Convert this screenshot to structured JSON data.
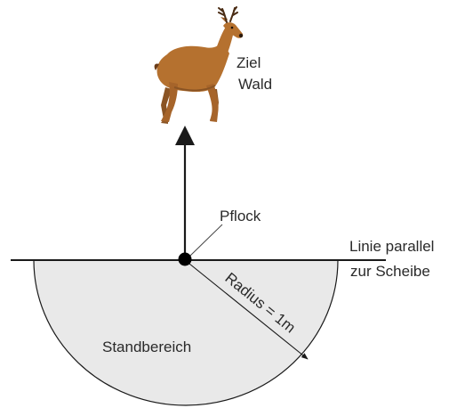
{
  "labels": {
    "target_line1": "Ziel",
    "target_line2": "Wald",
    "stake": "Pflock",
    "line_parallel_1": "Linie parallel",
    "line_parallel_2": "zur Scheibe",
    "radius": "Radius = 1m",
    "standing_area": "Standbereich"
  },
  "icons": {
    "target_figure": "deer-icon",
    "stake_marker": "stake-dot",
    "direction": "arrow-up"
  },
  "colors": {
    "area_fill": "#e9e9e9",
    "line": "#1a1a1a",
    "deer_body": "#b5712f",
    "deer_dark": "#5b3418",
    "text": "#2a2a2a"
  }
}
